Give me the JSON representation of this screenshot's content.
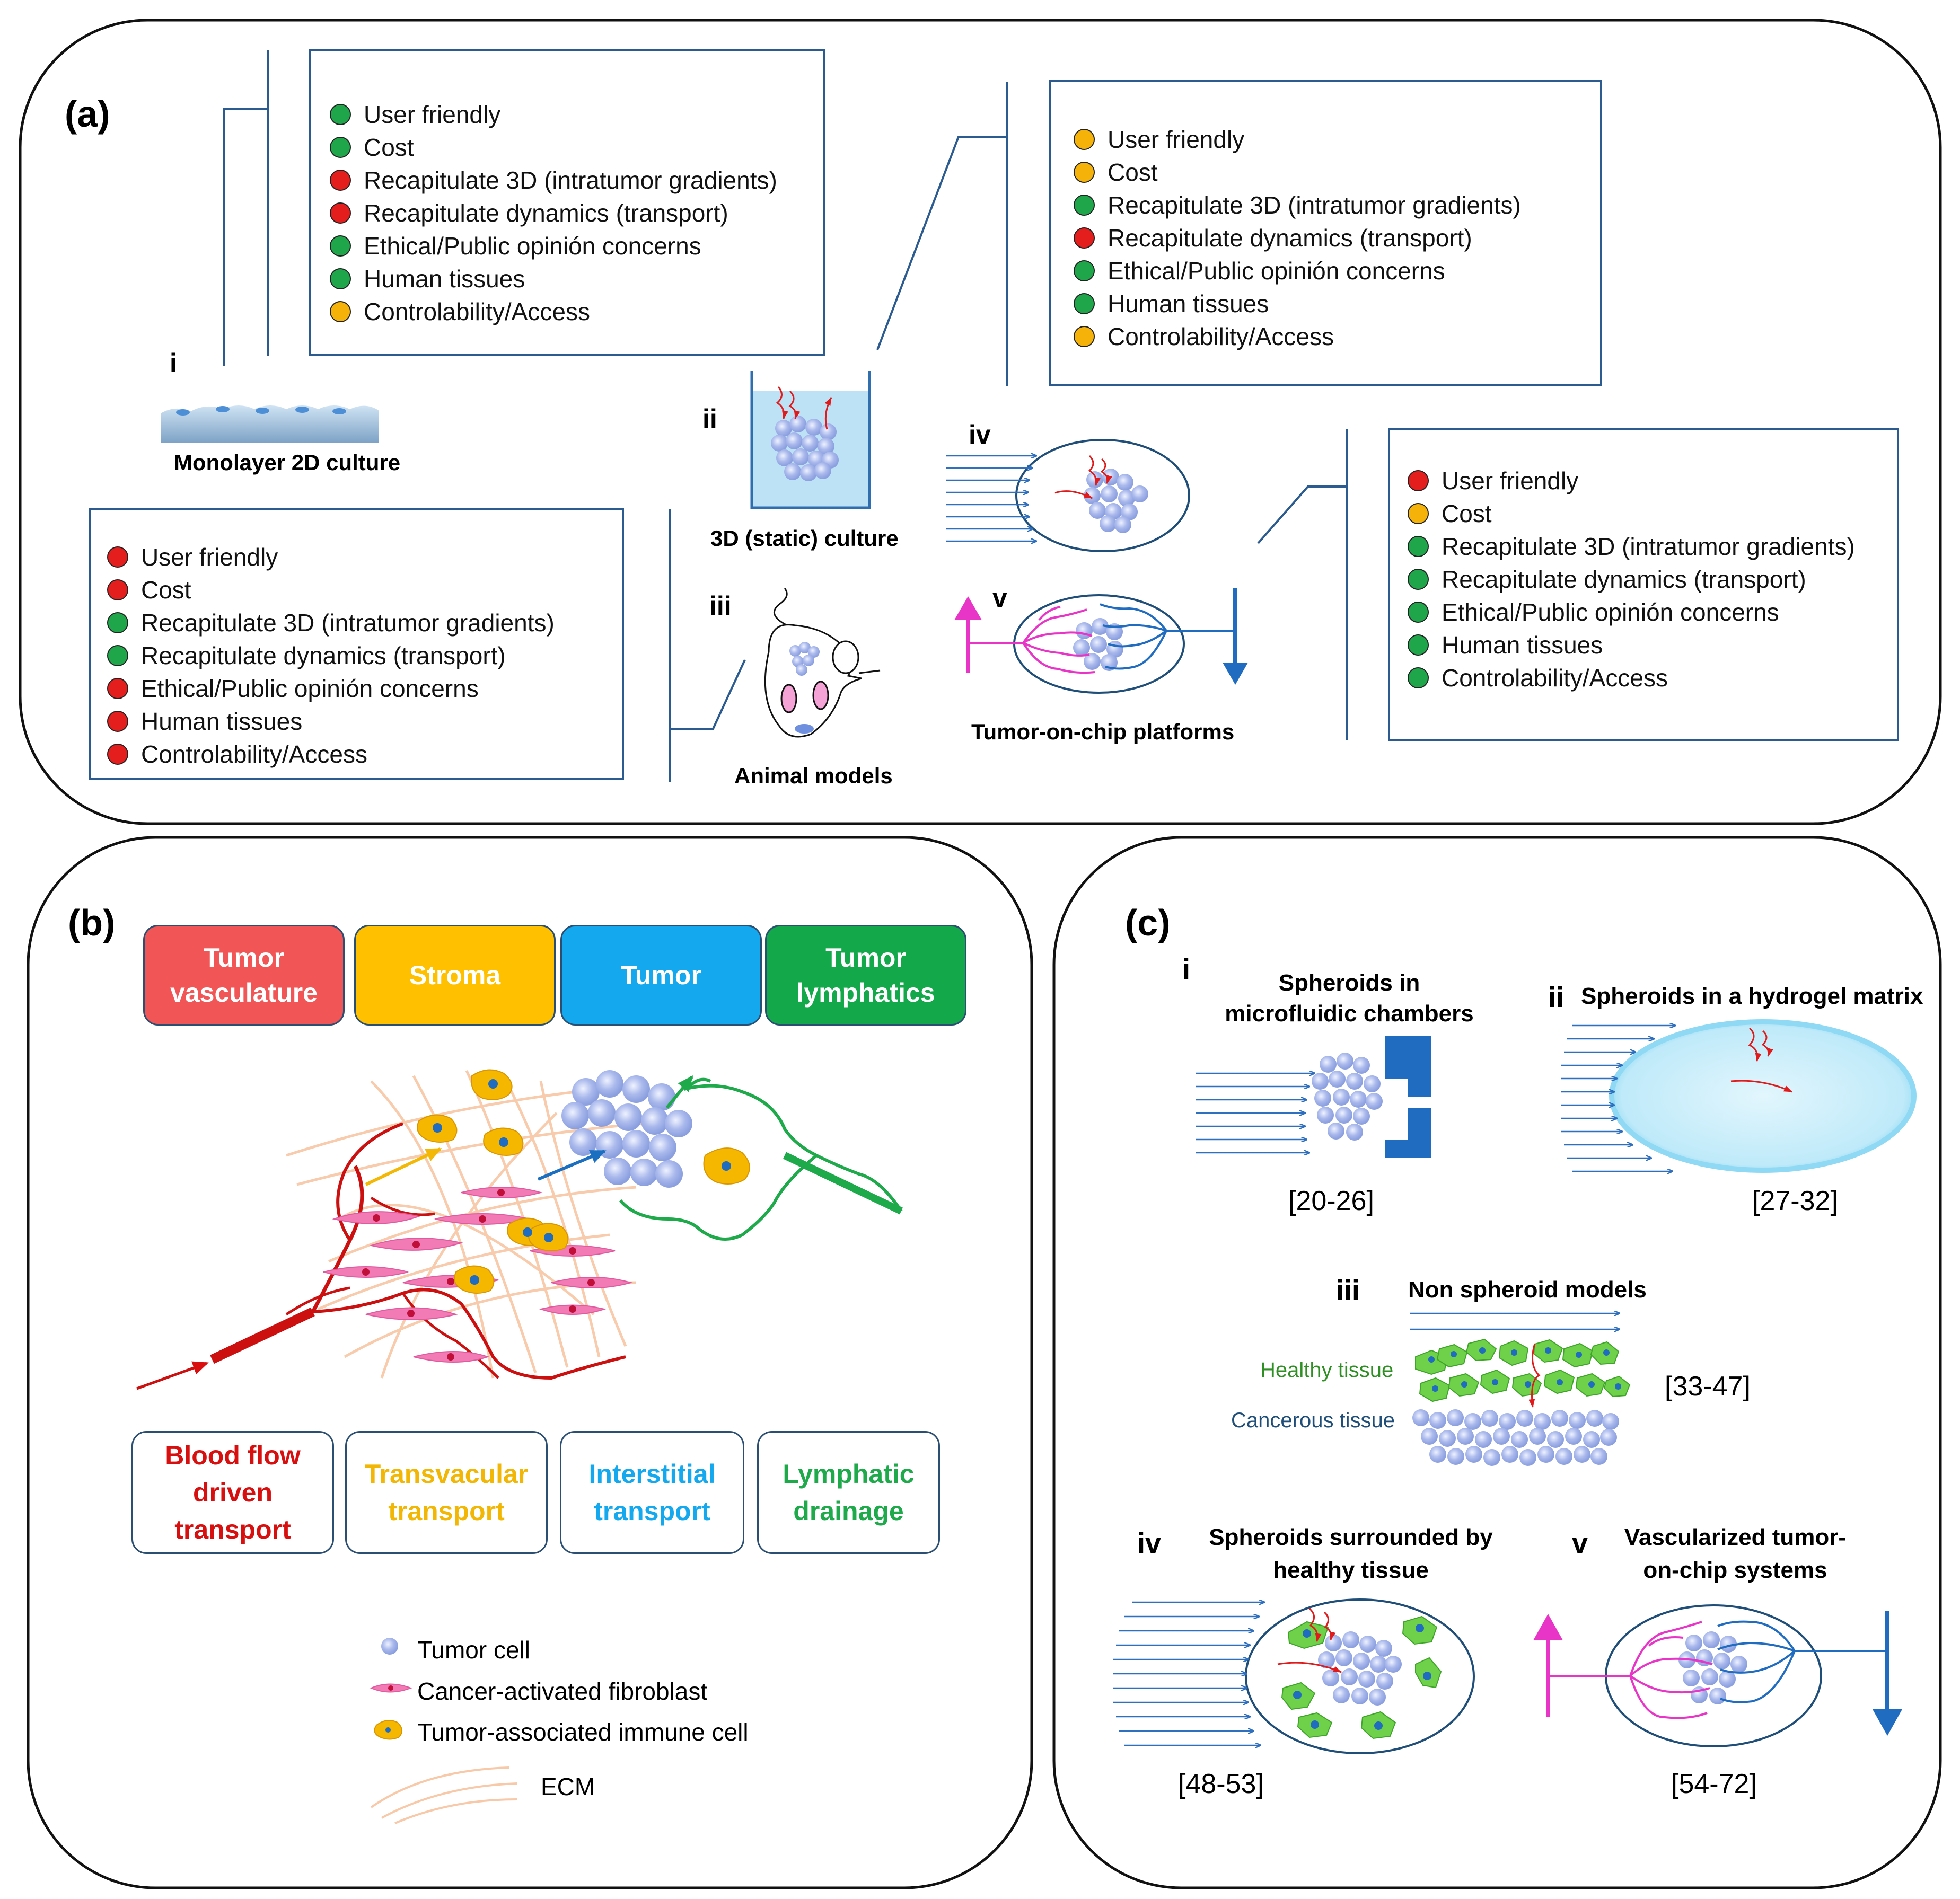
{
  "colors": {
    "green": "#1fa64a",
    "red": "#e41d1d",
    "amber": "#f5b30a",
    "frame": "#111111",
    "box_border": "#2b5b8f",
    "tumor_vasculature": "#f25555",
    "stroma": "#ffc000",
    "tumor": "#14a9ee",
    "lymphatics": "#13a84a",
    "blood_text": "#d80f0f",
    "transvascular_text": "#f2b705",
    "interstitial_text": "#14a9ee",
    "lymphatic_text": "#1ea94a",
    "healthy_text": "#2e8f22",
    "cancerous_text": "#1f4e79"
  },
  "panel_a": {
    "label": "(a)",
    "models": {
      "i": {
        "numeral": "i",
        "caption": "Monolayer 2D culture"
      },
      "ii": {
        "numeral": "ii",
        "caption": "3D (static) culture"
      },
      "iii": {
        "numeral": "iii",
        "caption": "Animal models"
      },
      "iv": {
        "numeral": "iv"
      },
      "v": {
        "numeral": "v",
        "caption": "Tumor-on-chip platforms"
      }
    },
    "criteria_2d": [
      {
        "text": "User friendly",
        "status": "green"
      },
      {
        "text": "Cost",
        "status": "green"
      },
      {
        "text": "Recapitulate 3D (intratumor gradients)",
        "status": "red"
      },
      {
        "text": "Recapitulate dynamics (transport)",
        "status": "red"
      },
      {
        "text": "Ethical/Public opinión concerns",
        "status": "green"
      },
      {
        "text": "Human tissues",
        "status": "green"
      },
      {
        "text": "Controlability/Access",
        "status": "amber"
      }
    ],
    "criteria_3d": [
      {
        "text": "User friendly",
        "status": "amber"
      },
      {
        "text": "Cost",
        "status": "amber"
      },
      {
        "text": "Recapitulate 3D (intratumor gradients)",
        "status": "green"
      },
      {
        "text": "Recapitulate dynamics (transport)",
        "status": "red"
      },
      {
        "text": "Ethical/Public opinión concerns",
        "status": "green"
      },
      {
        "text": "Human tissues",
        "status": "green"
      },
      {
        "text": "Controlability/Access",
        "status": "amber"
      }
    ],
    "criteria_animal": [
      {
        "text": "User friendly",
        "status": "red"
      },
      {
        "text": "Cost",
        "status": "red"
      },
      {
        "text": "Recapitulate 3D (intratumor gradients)",
        "status": "green"
      },
      {
        "text": "Recapitulate dynamics (transport)",
        "status": "green"
      },
      {
        "text": "Ethical/Public opinión concerns",
        "status": "red"
      },
      {
        "text": "Human tissues",
        "status": "red"
      },
      {
        "text": "Controlability/Access",
        "status": "red"
      }
    ],
    "criteria_chip": [
      {
        "text": "User friendly",
        "status": "red"
      },
      {
        "text": "Cost",
        "status": "amber"
      },
      {
        "text": "Recapitulate 3D (intratumor gradients)",
        "status": "green"
      },
      {
        "text": "Recapitulate dynamics (transport)",
        "status": "green"
      },
      {
        "text": "Ethical/Public opinión concerns",
        "status": "green"
      },
      {
        "text": "Human tissues",
        "status": "green"
      },
      {
        "text": "Controlability/Access",
        "status": "green"
      }
    ]
  },
  "panel_b": {
    "label": "(b)",
    "headers": [
      {
        "text": "Tumor\nvasculature",
        "color": "#f25555"
      },
      {
        "text": "Stroma",
        "color": "#ffc000"
      },
      {
        "text": "Tumor",
        "color": "#14a9ee"
      },
      {
        "text": "Tumor\nlymphatics",
        "color": "#13a84a"
      }
    ],
    "transport": [
      {
        "text": "Blood flow\ndriven\ntransport",
        "color": "#d80f0f"
      },
      {
        "text": "Transvacular\ntransport",
        "color": "#f2b705"
      },
      {
        "text": "Interstitial\ntransport",
        "color": "#14a9ee"
      },
      {
        "text": "Lymphatic\ndrainage",
        "color": "#1ea94a"
      }
    ],
    "legend": {
      "tumor_cell": "Tumor cell",
      "fibroblast": "Cancer-activated fibroblast",
      "immune": "Tumor-associated immune cell",
      "ecm": "ECM"
    }
  },
  "panel_c": {
    "label": "(c)",
    "i": {
      "numeral": "i",
      "title": "Spheroids in\nmicrofluidic chambers",
      "refs": "[20-26]"
    },
    "ii": {
      "numeral": "ii",
      "title": "Spheroids in a hydrogel matrix",
      "refs": "[27-32]"
    },
    "iii": {
      "numeral": "iii",
      "title": "Non spheroid models",
      "refs": "[33-47]",
      "healthy": "Healthy tissue",
      "cancerous": "Cancerous tissue"
    },
    "iv": {
      "numeral": "iv",
      "title": "Spheroids surrounded by\nhealthy tissue",
      "refs": "[48-53]"
    },
    "v": {
      "numeral": "v",
      "title": "Vascularized tumor-\non-chip systems",
      "refs": "[54-72]"
    }
  }
}
